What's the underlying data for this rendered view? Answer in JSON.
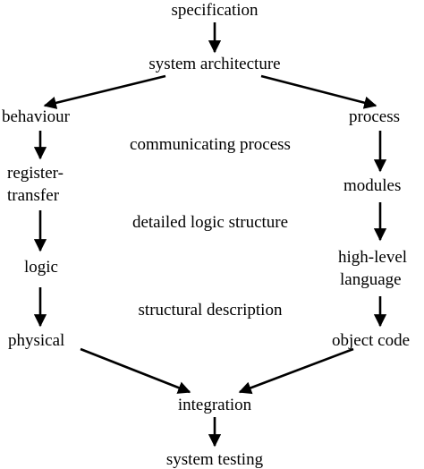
{
  "diagram": {
    "nodes": {
      "specification": "specification",
      "system_architecture": "system architecture",
      "behaviour": "behaviour",
      "register_transfer_line1": "register-",
      "register_transfer_line2": "transfer",
      "logic": "logic",
      "physical": "physical",
      "process": "process",
      "modules": "modules",
      "high_level_line1": "high-level",
      "high_level_line2": "language",
      "object_code": "object code",
      "integration": "integration",
      "system_testing": "system testing"
    },
    "middle_labels": {
      "communicating_process": "communicating process",
      "detailed_logic_structure": "detailed logic structure",
      "structural_description": "structural description"
    },
    "edges": [
      [
        "specification",
        "system architecture"
      ],
      [
        "system architecture",
        "behaviour"
      ],
      [
        "system architecture",
        "process"
      ],
      [
        "behaviour",
        "register-transfer"
      ],
      [
        "register-transfer",
        "logic"
      ],
      [
        "logic",
        "physical"
      ],
      [
        "process",
        "modules"
      ],
      [
        "modules",
        "high-level language"
      ],
      [
        "high-level language",
        "object code"
      ],
      [
        "physical",
        "integration"
      ],
      [
        "object code",
        "integration"
      ],
      [
        "integration",
        "system testing"
      ]
    ],
    "colors": {
      "ink": "#000000",
      "background": "#ffffff"
    }
  }
}
